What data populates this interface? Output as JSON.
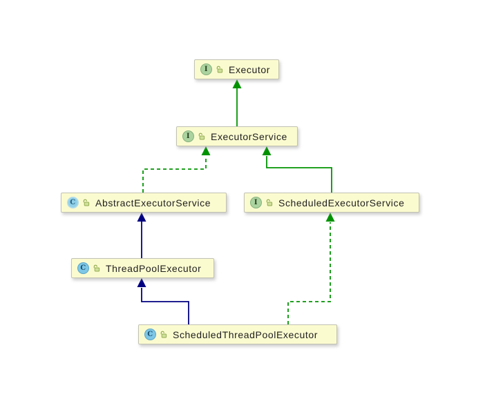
{
  "diagram": {
    "nodes": [
      {
        "id": "executor",
        "label": "Executor",
        "kind": "interface"
      },
      {
        "id": "executor-service",
        "label": "ExecutorService",
        "kind": "interface"
      },
      {
        "id": "abstract-executor-service",
        "label": "AbstractExecutorService",
        "kind": "abstract-class"
      },
      {
        "id": "scheduled-executor-service",
        "label": "ScheduledExecutorService",
        "kind": "interface"
      },
      {
        "id": "thread-pool-executor",
        "label": "ThreadPoolExecutor",
        "kind": "class"
      },
      {
        "id": "scheduled-thread-pool-executor",
        "label": "ScheduledThreadPoolExecutor",
        "kind": "class"
      }
    ],
    "edges": [
      {
        "from": "ExecutorService",
        "to": "Executor",
        "relation": "extends",
        "line": "solid",
        "color": "#009300"
      },
      {
        "from": "AbstractExecutorService",
        "to": "ExecutorService",
        "relation": "implements",
        "line": "dashed",
        "color": "#009300"
      },
      {
        "from": "ScheduledExecutorService",
        "to": "ExecutorService",
        "relation": "extends",
        "line": "solid",
        "color": "#009300"
      },
      {
        "from": "ThreadPoolExecutor",
        "to": "AbstractExecutorService",
        "relation": "extends",
        "line": "solid",
        "color": "#000080"
      },
      {
        "from": "ScheduledThreadPoolExecutor",
        "to": "ThreadPoolExecutor",
        "relation": "extends",
        "line": "solid",
        "color": "#000080"
      },
      {
        "from": "ScheduledThreadPoolExecutor",
        "to": "ScheduledExecutorService",
        "relation": "implements",
        "line": "dashed",
        "color": "#009300"
      }
    ]
  },
  "icons": {
    "interface_letter": "I",
    "class_letter": "C",
    "visibility_lock": "open-padlock-icon"
  },
  "colors": {
    "edge_green": "#009300",
    "edge_navy": "#000080",
    "node_fill": "#fbfbd0",
    "node_border": "#c2c2b4",
    "canvas_bg": "#ffffff",
    "interface_icon_fill": "#abd3a0",
    "class_icon_fill": "#7ec7e6"
  }
}
